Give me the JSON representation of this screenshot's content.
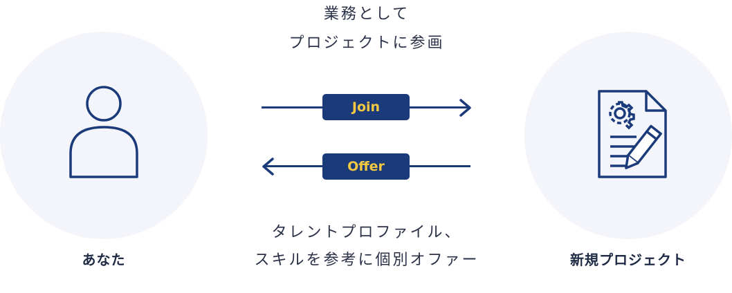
{
  "top_caption": {
    "line1": "業務として",
    "line2": "プロジェクトに参画"
  },
  "bottom_caption": {
    "line1": "タレントプロファイル、",
    "line2": "スキルを参考に個別オファー"
  },
  "arrows": {
    "join_label": "Join",
    "offer_label": "Offer"
  },
  "actors": {
    "left_label": "あなた",
    "right_label": "新規プロジェクト"
  },
  "icons": {
    "left": "person-icon",
    "right": "document-gear-pen-icon",
    "arrow_right": "arrow-right-icon",
    "arrow_left": "arrow-left-icon"
  },
  "colors": {
    "navy": "#1a3a7a",
    "pill_text": "#f5c842",
    "circle_bg": "#f3f5fa",
    "text": "#1f2a44"
  }
}
